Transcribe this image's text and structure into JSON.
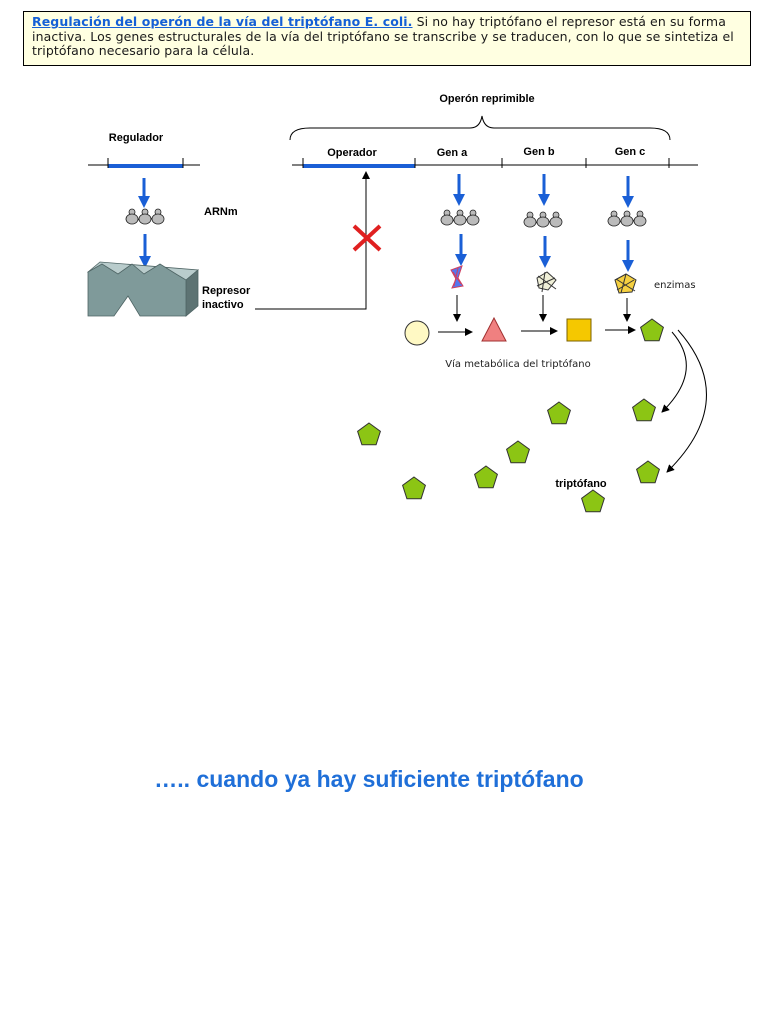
{
  "caption": {
    "link_text": "Regulación del operón de la vía del triptófano E. coli.",
    "body_text": " Si  no hay triptófano el represor está en su forma inactiva. Los genes estructurales de la vía del triptófano se transcribe y se traducen, con lo que se sintetiza el triptófano necesario para la célula."
  },
  "diagram": {
    "operon_label": "Operón reprimible",
    "regulator_label": "Regulador",
    "operator_label": "Operador",
    "genes": [
      "Gen a",
      "Gen b",
      "Gen c"
    ],
    "mrna_label": "ARNm",
    "repressor_label_line1": "Represor",
    "repressor_label_line2": "inactivo",
    "enzymes_label": "enzimas",
    "pathway_label": "Vía metabólica del triptófano",
    "tryptophan_label": "triptófano",
    "colors": {
      "blue": "#1a5fd6",
      "pentagon": "#8cc514",
      "triangle": "#f08080",
      "square": "#f5c800",
      "circle": "#fff9c4",
      "cross": "#e02020",
      "repressor": "#7f9a9a"
    }
  },
  "footer": {
    "text": "….. cuando ya hay suficiente triptófano"
  }
}
